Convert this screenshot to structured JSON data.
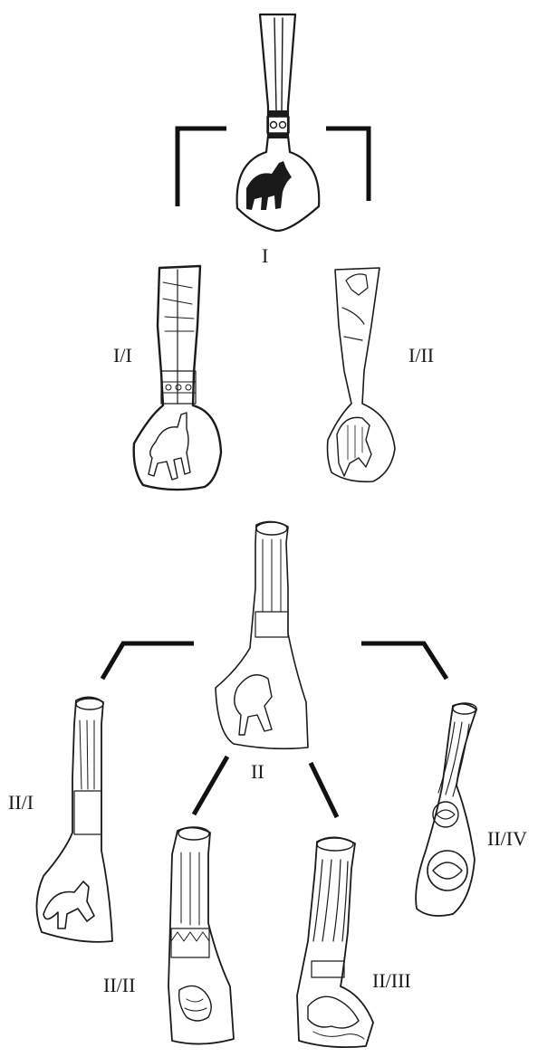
{
  "diagram": {
    "type": "typology-tree",
    "labels": {
      "I": "I",
      "I_I": "I/I",
      "I_II": "I/II",
      "II": "II",
      "II_I": "II/I",
      "II_II": "II/II",
      "II_III": "II/III",
      "II_IV": "II/IV"
    },
    "nodes": [
      {
        "id": "I",
        "children": [
          "I/I",
          "I/II"
        ]
      },
      {
        "id": "II",
        "children": [
          "II/I",
          "II/II",
          "II/III",
          "II/IV"
        ]
      }
    ],
    "colors": {
      "ink": "#1a1a1a",
      "background": "#ffffff"
    }
  }
}
